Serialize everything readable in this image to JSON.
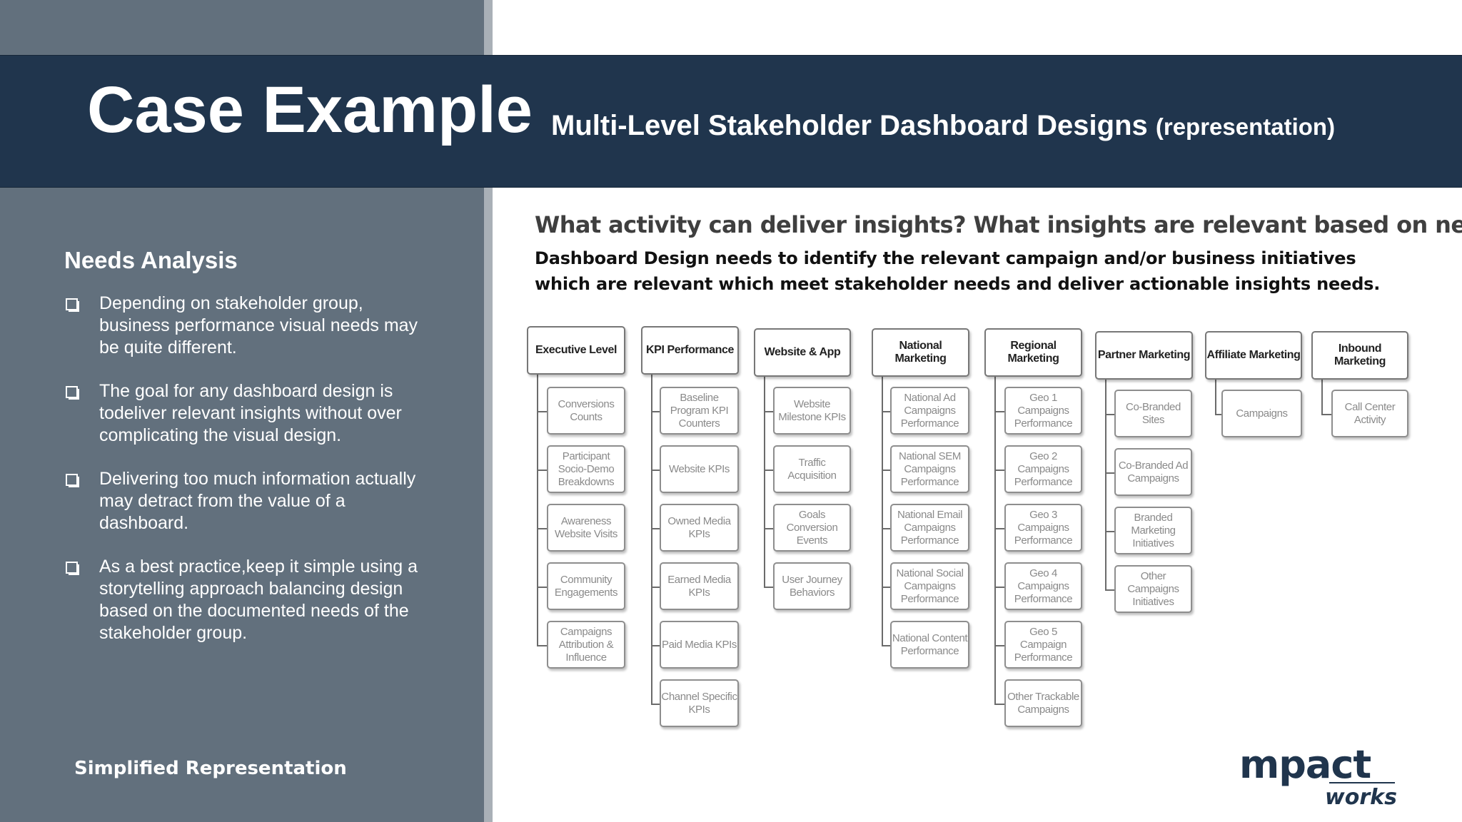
{
  "header": {
    "title": "Case Example",
    "subtitle": "Multi-Level Stakeholder Dashboard Designs",
    "subtitle_note": "(representation)"
  },
  "sidebar": {
    "heading": "Needs Analysis",
    "bullets": [
      "Depending on stakeholder group, business performance visual needs may be quite different.",
      "The goal for any dashboard design is todeliver relevant insights without over complicating the visual design.",
      "Delivering too much information actually may detract from the value of a dashboard.",
      "As a best practice,keep it simple using a storytelling approach balancing design based on the documented needs of the stakeholder group."
    ],
    "footnote": "Simplified Representation"
  },
  "main": {
    "question": "What activity can deliver insights? What insights are relevant based on needs?",
    "description": "Dashboard Design needs to identify the relevant campaign and/or business initiatives which are relevant which meet stakeholder needs and deliver actionable insights needs."
  },
  "tree": [
    {
      "label": "Executive Level",
      "children": [
        "Conversions Counts",
        "Participant Socio-Demo Breakdowns",
        "Awareness Website Visits",
        "Community Engagements",
        "Campaigns Attribution & Influence"
      ]
    },
    {
      "label": "KPI Performance",
      "children": [
        "Baseline Program KPI Counters",
        "Website KPIs",
        "Owned Media KPIs",
        "Earned Media KPIs",
        "Paid Media KPIs",
        "Channel Specific KPIs"
      ]
    },
    {
      "label": "Website & App",
      "children": [
        "Website Milestone KPIs",
        "Traffic Acquisition",
        "Goals Conversion Events",
        "User Journey Behaviors"
      ]
    },
    {
      "label": "National Marketing",
      "children": [
        "National Ad Campaigns Performance",
        "National SEM Campaigns Performance",
        "National Email Campaigns Performance",
        "National Social Campaigns Performance",
        "National Content Performance"
      ]
    },
    {
      "label": "Regional Marketing",
      "children": [
        "Geo 1 Campaigns Performance",
        "Geo 2 Campaigns Performance",
        "Geo 3 Campaigns Performance",
        "Geo 4 Campaigns Performance",
        "Geo 5 Campaign Performance",
        "Other Trackable Campaigns"
      ]
    },
    {
      "label": "Partner Marketing",
      "children": [
        "Co-Branded Sites",
        "Co-Branded Ad Campaigns",
        "Branded Marketing Initiatives",
        "Other Campaigns Initiatives"
      ]
    },
    {
      "label": "Affiliate Marketing",
      "children": [
        "Campaigns"
      ]
    },
    {
      "label": "Inbound Marketing",
      "children": [
        "Call Center Activity"
      ]
    }
  ],
  "logo": {
    "name": "mpact",
    "tagline": "works"
  }
}
